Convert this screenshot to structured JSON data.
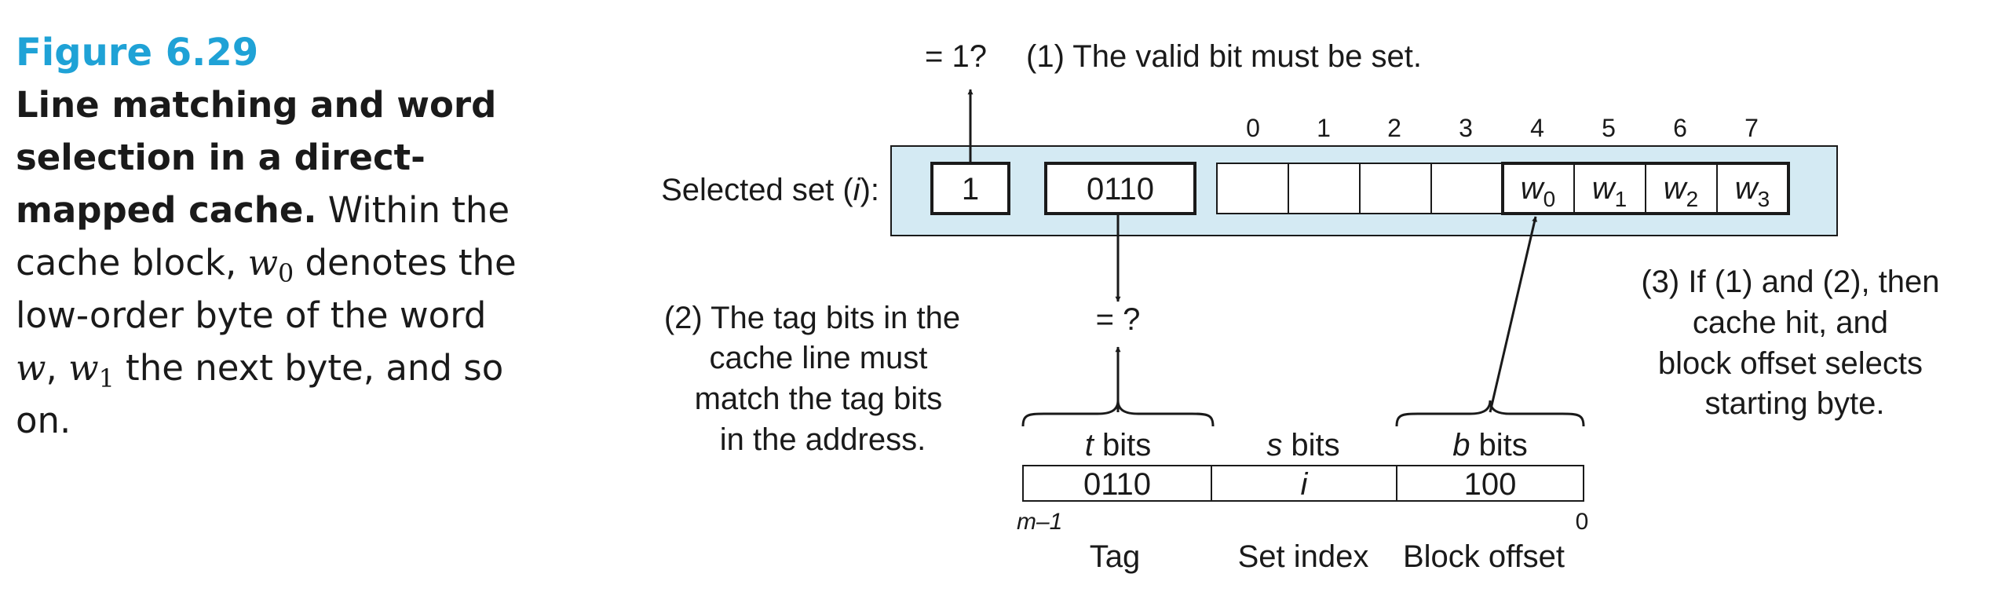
{
  "caption": {
    "figure_label": "Figure 6.29",
    "title": "Line matching and word selection in a direct-mapped cache.",
    "text_1": "Within the cache block,",
    "w0_var": "w",
    "w0_sub": "0",
    "text_2": "denotes the low-order byte of the word",
    "w_var": "w",
    "text_3": ",",
    "w1_var": "w",
    "w1_sub": "1",
    "text_4": "the next byte, and so on."
  },
  "diagram": {
    "valid_check": "= 1?",
    "step1": "(1) The valid bit must be set.",
    "selected_set_label": "Selected set (",
    "selected_set_var": "i",
    "selected_set_end": "):",
    "valid_bit": "1",
    "tag_value": "0110",
    "byte_indices": [
      "0",
      "1",
      "2",
      "3",
      "4",
      "5",
      "6",
      "7"
    ],
    "word_labels": [
      {
        "var": "w",
        "sub": "0"
      },
      {
        "var": "w",
        "sub": "1"
      },
      {
        "var": "w",
        "sub": "2"
      },
      {
        "var": "w",
        "sub": "3"
      }
    ],
    "tag_check": "= ?",
    "step2_lines": [
      "(2) The tag bits in the",
      "cache line must",
      "match the tag bits",
      "in the address."
    ],
    "step3_lines": [
      "(3) If (1) and (2), then",
      "cache hit, and",
      "block offset selects",
      "starting byte."
    ],
    "address": {
      "t_var": "t",
      "t_bits": " bits",
      "s_var": "s",
      "s_bits": " bits",
      "b_var": "b",
      "b_bits": " bits",
      "tag_value": "0110",
      "set_index_value": "i",
      "block_offset_value": "100",
      "high_bit": "m–1",
      "low_bit": "0",
      "field_labels": [
        "Tag",
        "Set index",
        "Block offset"
      ]
    }
  },
  "colors": {
    "accent": "#1fa2d6",
    "cache_line_fill": "#d4eaf3",
    "ink": "#1a1a1a"
  }
}
